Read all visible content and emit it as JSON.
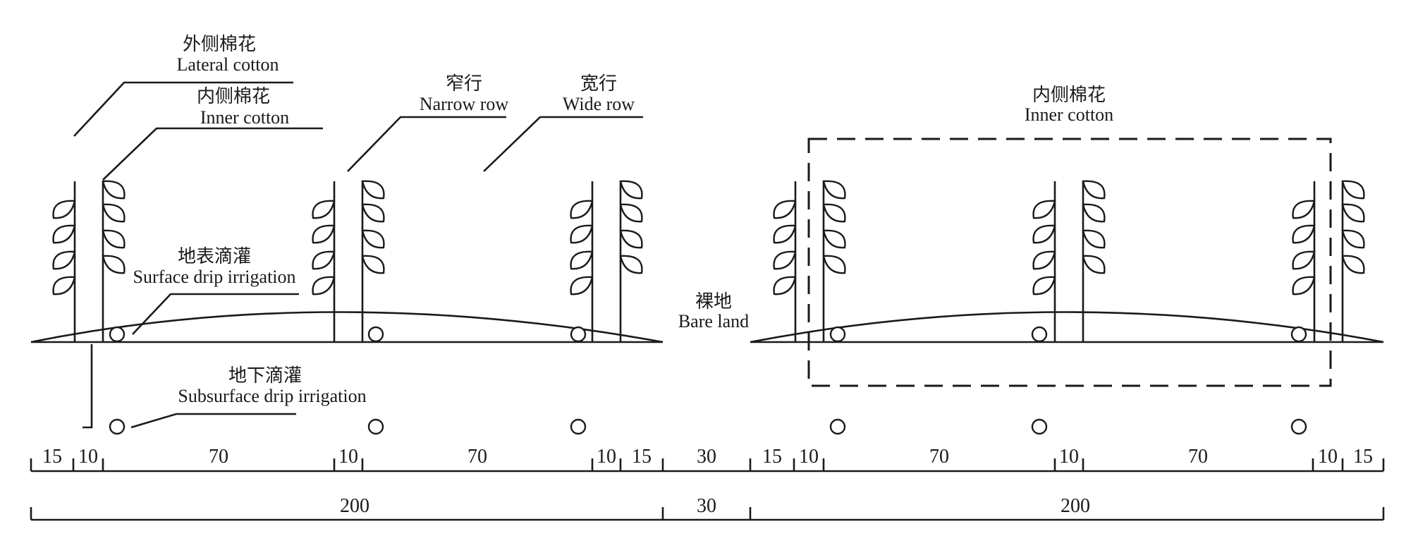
{
  "labels": {
    "lateral_cotton": {
      "cn": "外侧棉花",
      "en": "Lateral cotton"
    },
    "inner_cotton_left": {
      "cn": "内侧棉花",
      "en": "Inner cotton"
    },
    "narrow_row": {
      "cn": "窄行",
      "en": "Narrow row"
    },
    "wide_row": {
      "cn": "宽行",
      "en": "Wide row"
    },
    "inner_cotton_right": {
      "cn": "内侧棉花",
      "en": "Inner cotton"
    },
    "surface_drip": {
      "cn": "地表滴灌",
      "en": "Surface drip irrigation"
    },
    "subsurface_drip": {
      "cn": "地下滴灌",
      "en": "Subsurface drip irrigation"
    },
    "bare_land": {
      "cn": "裸地",
      "en": "Bare land"
    }
  },
  "dimensions": {
    "row1": [
      "15",
      "10",
      "70",
      "10",
      "70",
      "10",
      "15",
      "30",
      "15",
      "10",
      "70",
      "10",
      "70",
      "10",
      "15"
    ],
    "row2": [
      "200",
      "30",
      "200"
    ]
  }
}
